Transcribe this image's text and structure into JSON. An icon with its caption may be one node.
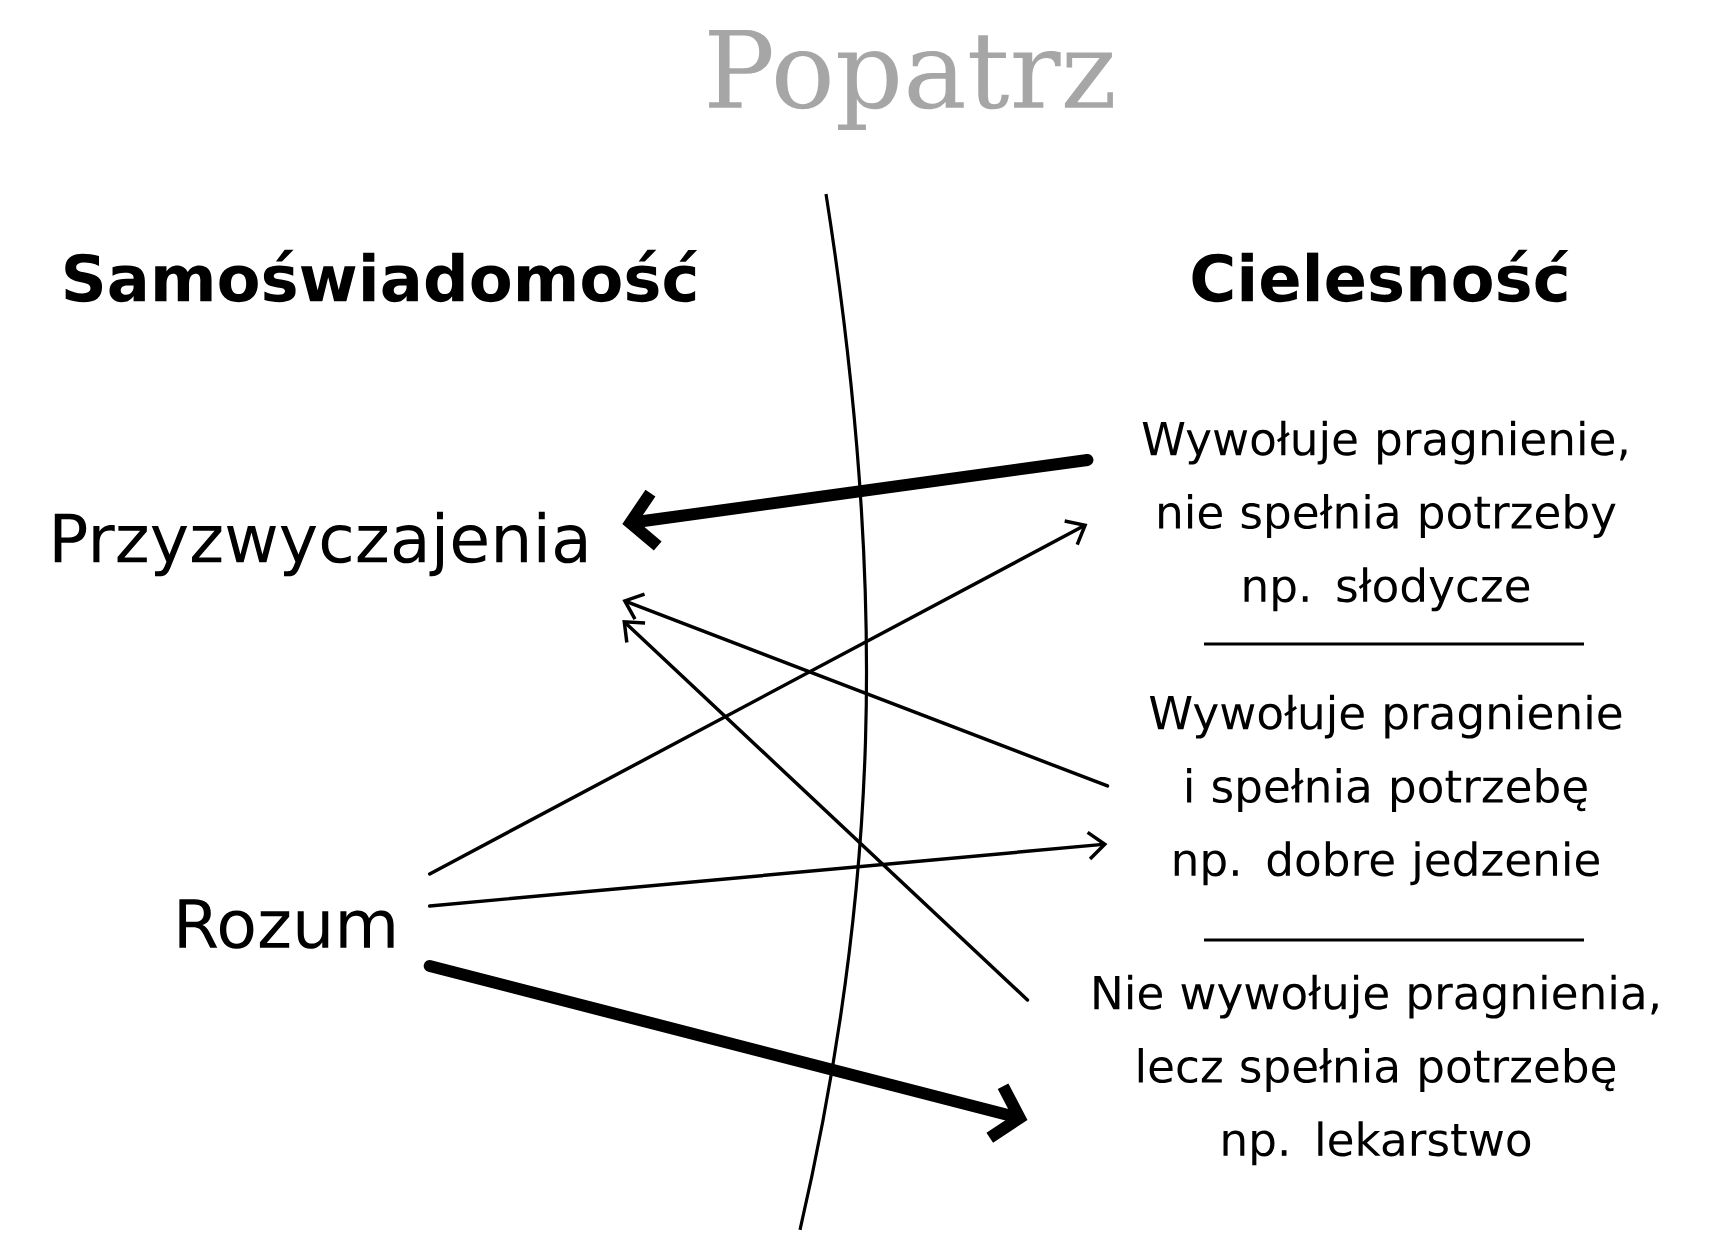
{
  "diagram": {
    "title": "Popatrz",
    "nodes": [
      {
        "text": [
          "Przyzwyczajenia"
        ]
      },
      {
        "text": [
          "Rozum"
        ]
      },
      {
        "text": [
          "Wywołuje pragnienie, nie spełnia potrzeby",
          "np. słodycze"
        ]
      },
      {
        "text": [
          "Wywołuje pragnienie i spełnia potrzebę",
          "np. dobre jedzenie"
        ]
      },
      {
        "text": [
          "Nie wywołuje pragnienia, lecz spełnia potrzebę",
          "np. lekarstwo"
        ]
      }
    ],
    "edges": [
      {
        "from": 2,
        "to": 0,
        "arrow": "to",
        "style": "thick"
      },
      {
        "from": 1,
        "to": 2,
        "arrow": "to"
      },
      {
        "from": 3,
        "to": 0,
        "arrow": "to"
      },
      {
        "from": 1,
        "to": 3,
        "arrow": "to"
      },
      {
        "from": 4,
        "to": 0,
        "arrow": "to"
      },
      {
        "from": 1,
        "to": 4,
        "arrow": "to",
        "style": "thick"
      }
    ],
    "labels": [
      "Samoświadomość",
      "Cielesność"
    ]
  }
}
